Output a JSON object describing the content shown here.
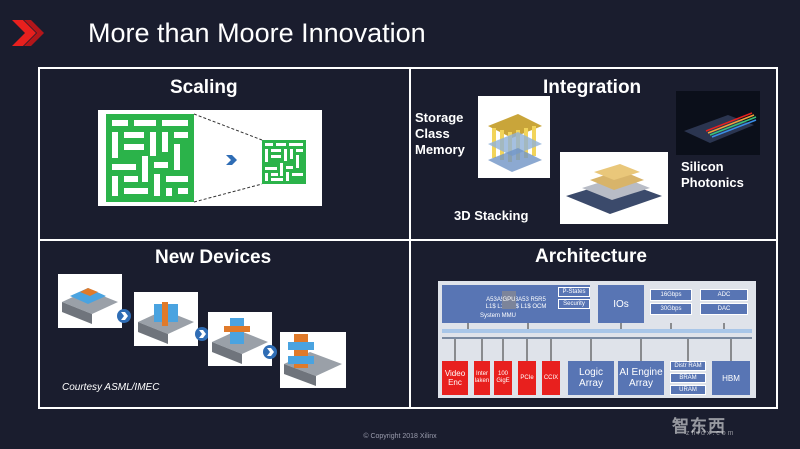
{
  "header": {
    "title": "More than Moore Innovation",
    "logo_icon": "xilinx-chevron-logo-icon",
    "brand_color": "#e8201e"
  },
  "quadrants": {
    "scaling": {
      "title": "Scaling"
    },
    "integration": {
      "title": "Integration",
      "labels": {
        "storage_line1": "Storage",
        "storage_line2": "Class",
        "storage_line3": "Memory",
        "stacking": "3D Stacking",
        "photonics_line1": "Silicon",
        "photonics_line2": "Photonics"
      }
    },
    "new_devices": {
      "title": "New Devices",
      "courtesy": "Courtesy ASML/IMEC"
    },
    "architecture": {
      "title": "Architecture",
      "blocks": {
        "cpu_row1": "A53A53A53A53 R5R5",
        "cpu_row2": "L1$ L1$ L1$ L1$ OCM",
        "gpu": "GPU",
        "pstates": "P-States",
        "security": "Security",
        "mmu": "System MMU",
        "ios": "IOs",
        "serdes_16": "16Gbps",
        "serdes_30": "30Gbps",
        "adc": "ADC",
        "dac": "DAC",
        "video_line1": "Video",
        "video_line2": "Enc",
        "interlaken_line1": "Inter",
        "interlaken_line2": "laken",
        "gige_line1": "100",
        "gige_line2": "GigE",
        "pcie": "PCIe",
        "ccix": "CCIX",
        "logic_line1": "Logic",
        "logic_line2": "Array",
        "ai_line1": "AI Engine",
        "ai_line2": "Array",
        "distr_ram": "Distr RAM",
        "bram": "BRAM",
        "uram": "URAM",
        "hbm": "HBM"
      }
    }
  },
  "footer": {
    "copyright": "© Copyright 2018 Xilinx"
  },
  "watermark": {
    "text": "智东西",
    "sub": "zhidx.com"
  }
}
